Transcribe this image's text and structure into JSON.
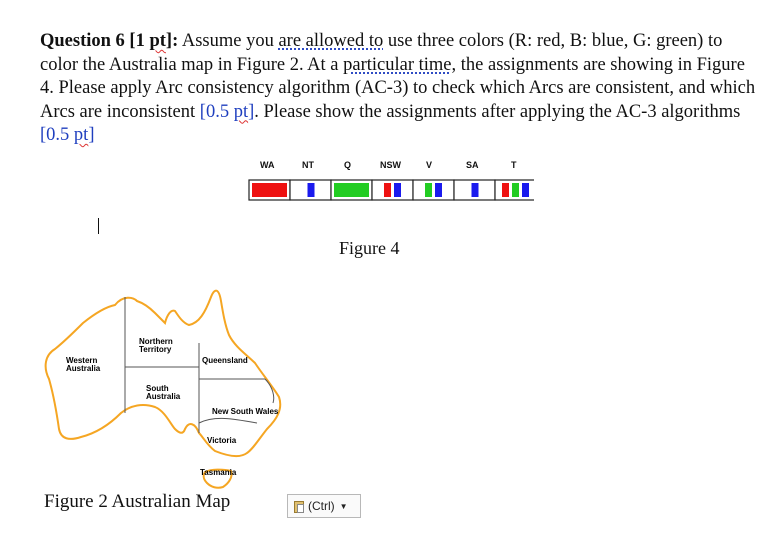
{
  "question": {
    "head": "Question 6 [1 ",
    "pt_head": "pt",
    "head_close": "]:",
    "seg1": " Assume you ",
    "dotted1": "are allowed to",
    "seg2": " use three colors (R: red, B: blue, G: green) to color the Australia map in Figure 2. At a ",
    "dotted2": "particular time",
    "seg3": ", the assignments are showing in Figure 4. Please apply Arc consistency algorithm (AC-3) to check which Arcs are consistent, and which Arcs are inconsistent ",
    "pt1": "[0.5 ",
    "pt1_sq": "pt",
    "pt1_close": "]",
    "seg4": ". Please show the assignments after applying the AC-3 algorithms ",
    "pt2": "[0.5 ",
    "pt2_sq": "pt",
    "pt2_close": "]"
  },
  "figure4": {
    "caption": "Figure 4",
    "variables": [
      "WA",
      "NT",
      "Q",
      "NSW",
      "V",
      "SA",
      "T"
    ],
    "domains": [
      [
        "R"
      ],
      [
        "B"
      ],
      [
        "G"
      ],
      [
        "R",
        "B"
      ],
      [
        "B",
        "G"
      ],
      [
        "B"
      ],
      [
        "R",
        "B",
        "G"
      ]
    ],
    "colors": {
      "R": "#ee1111",
      "G": "#22cc22",
      "B": "#1a1aee"
    }
  },
  "figure2": {
    "caption": "Figure 2 Australian Map",
    "labels": {
      "wa": [
        "Western",
        "Australia"
      ],
      "nt": [
        "Northern",
        "Territory"
      ],
      "q": "Queensland",
      "sa": [
        "South",
        "Australia"
      ],
      "nsw": "New South Wales",
      "v": "Victoria",
      "t": "Tasmania"
    }
  },
  "paste_options": {
    "label": "(Ctrl)"
  }
}
